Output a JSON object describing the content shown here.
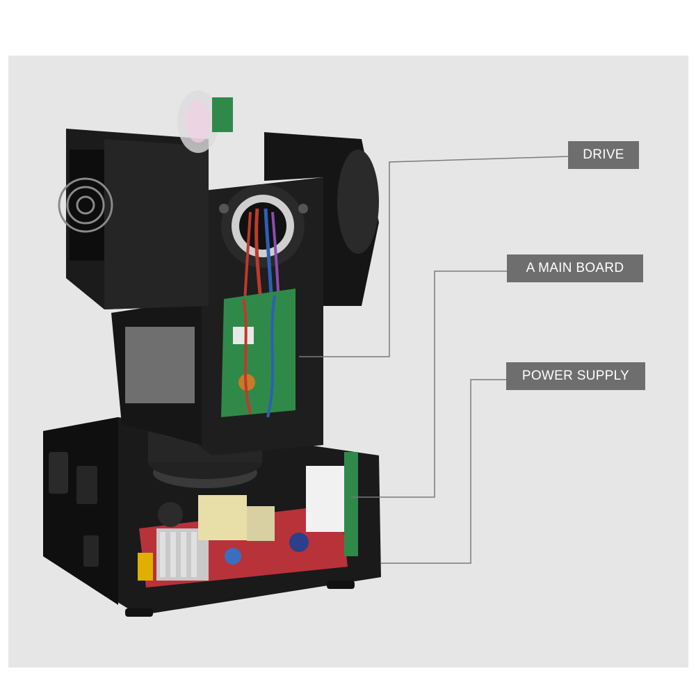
{
  "callouts": {
    "drive": "DRIVE",
    "main_board": "A MAIN BOARD",
    "power_supply": "POWER SUPPLY"
  },
  "colors": {
    "background": "#ffffff",
    "panel": "#e6e6e6",
    "label_bg": "#6e6e6e",
    "label_text": "#ffffff",
    "leader_line": "#7a7a7a",
    "housing": "#1c1c1c",
    "pcb_green": "#2f8a4a",
    "pcb_red": "#b8323a"
  }
}
